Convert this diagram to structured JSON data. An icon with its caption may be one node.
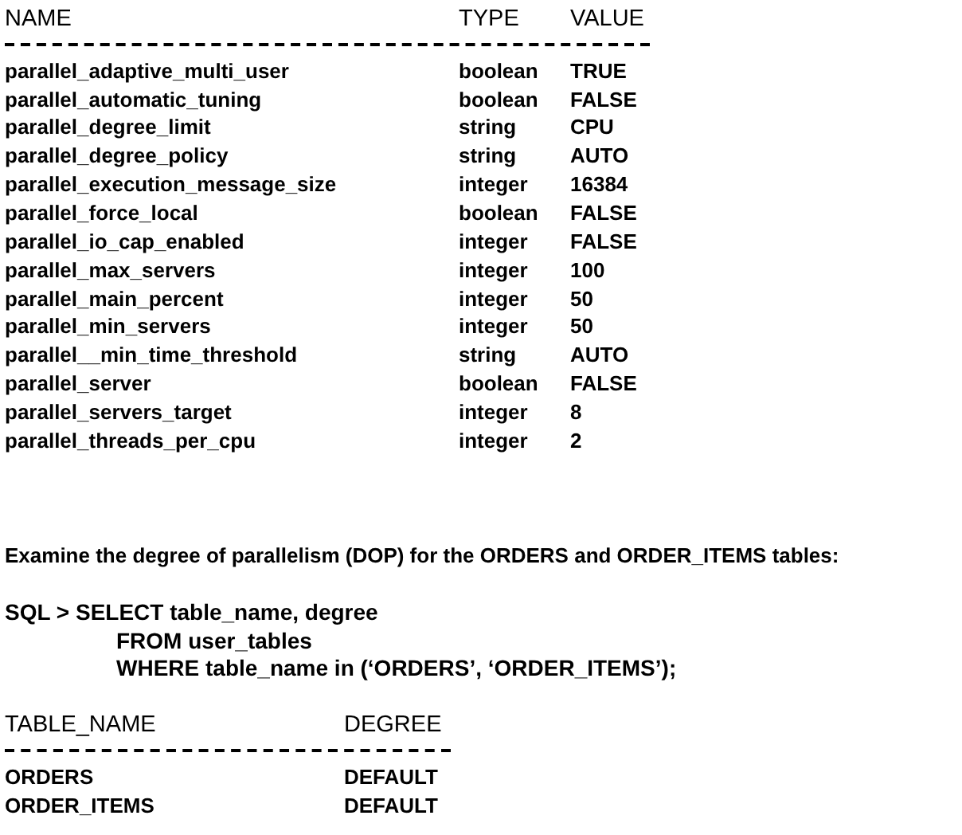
{
  "diagram": {
    "labels": [
      "NAME",
      "TYPE",
      "VALUE",
      "parallel_adaptive_multi_user",
      "boolean",
      "TRUE",
      "parallel_automatic_tuning",
      "boolean",
      "FALSE",
      "parallel_degree_limit",
      "string",
      "CPU",
      "parallel_degree_policy",
      "string",
      "AUTO",
      "parallel_execution_message_size",
      "integer",
      "16384",
      "parallel_force_local",
      "boolean",
      "FALSE",
      "parallel_io_cap_enabled",
      "integer",
      "FALSE",
      "parallel_max_servers",
      "integer",
      "100",
      "parallel_main_percent",
      "integer",
      "50",
      "parallel_min_servers",
      "integer",
      "50",
      "parallel__min_time_threshold",
      "string",
      "AUTO",
      "parallel_server",
      "boolean",
      "FALSE",
      "parallel_servers_target",
      "integer",
      "8",
      "parallel_threads_per_cpu",
      "integer",
      "2",
      "Examine the degree of parallelism (DOP) for the ORDERS and ORDER_ITEMS tables:",
      "SQL > SELECT table_name, degree",
      "FROM user_tables",
      "WHERE table_name in (‘ORDERS’, ‘ORDER_ITEMS’);",
      "TABLE_NAME",
      "DEGREE",
      "ORDERS",
      "DEFAULT",
      "ORDER_ITEMS",
      "DEFAULT"
    ]
  }
}
